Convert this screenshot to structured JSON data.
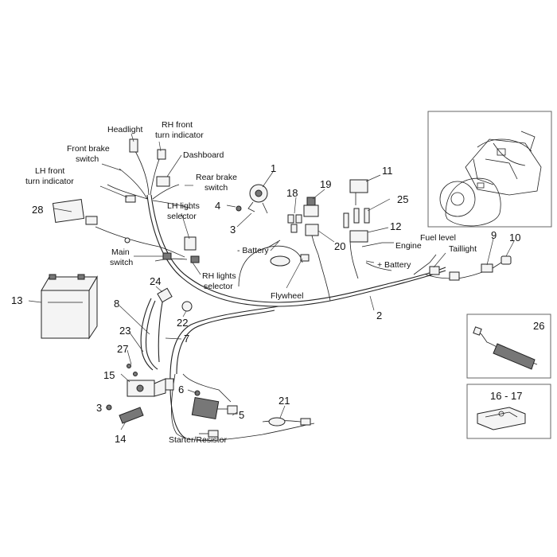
{
  "diagram": {
    "labels": {
      "headlight": "Headlight",
      "rh_front_turn_indicator": "RH front turn indicator",
      "front_brake_switch": "Front brake switch",
      "dashboard": "Dashboard",
      "lh_front_turn_indicator": "LH front turn indicator",
      "rear_brake_switch": "Rear brake switch",
      "lh_lights_selector": "LH lights selector",
      "main_switch": "Main switch",
      "rh_lights_selector": "RH lights selector",
      "minus_battery": "- Battery",
      "flywheel": "Flywheel",
      "engine": "Engine",
      "plus_battery": "+ Battery",
      "fuel_level": "Fuel level",
      "taillight": "Taillight",
      "starter_resistor": "Starter/Resistor"
    },
    "part_numbers": {
      "p1": "1",
      "p2": "2",
      "p3a": "3",
      "p3b": "3",
      "p4": "4",
      "p5": "5",
      "p6": "6",
      "p7": "7",
      "p8": "8",
      "p9": "9",
      "p10": "10",
      "p11": "11",
      "p12": "12",
      "p13": "13",
      "p14": "14",
      "p15": "15",
      "p18": "18",
      "p19": "19",
      "p20": "20",
      "p21": "21",
      "p22": "22",
      "p23": "23",
      "p24": "24",
      "p25": "25",
      "p26": "26",
      "p27": "27",
      "p28": "28",
      "p16_17": "16 - 17"
    }
  }
}
